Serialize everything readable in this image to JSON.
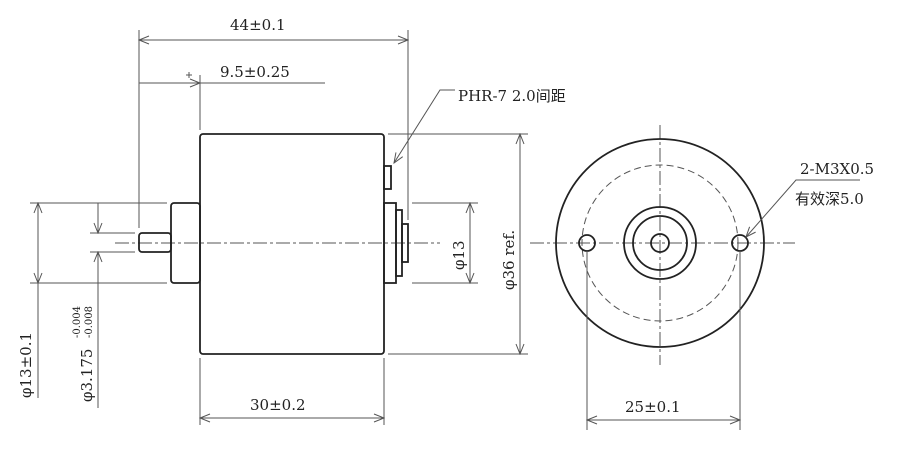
{
  "dimensions": {
    "overall_length": "44±0.1",
    "flange_offset": "9.5±0.25",
    "body_length": "30±0.2",
    "flange_diameter_left": "φ13±0.1",
    "shaft_diameter": "φ3.175",
    "shaft_tol_upper": "-0.004",
    "shaft_tol_lower": "-0.008",
    "rear_diameter": "φ13",
    "body_diameter": "φ36 ref.",
    "hole_spacing": "25±0.1"
  },
  "notes": {
    "connector": "PHR-7 2.0间距",
    "thread": "2-M3X0.5",
    "thread_depth": "有效深5.0"
  },
  "colors": {
    "line": "#222222",
    "thin": "#555555"
  }
}
